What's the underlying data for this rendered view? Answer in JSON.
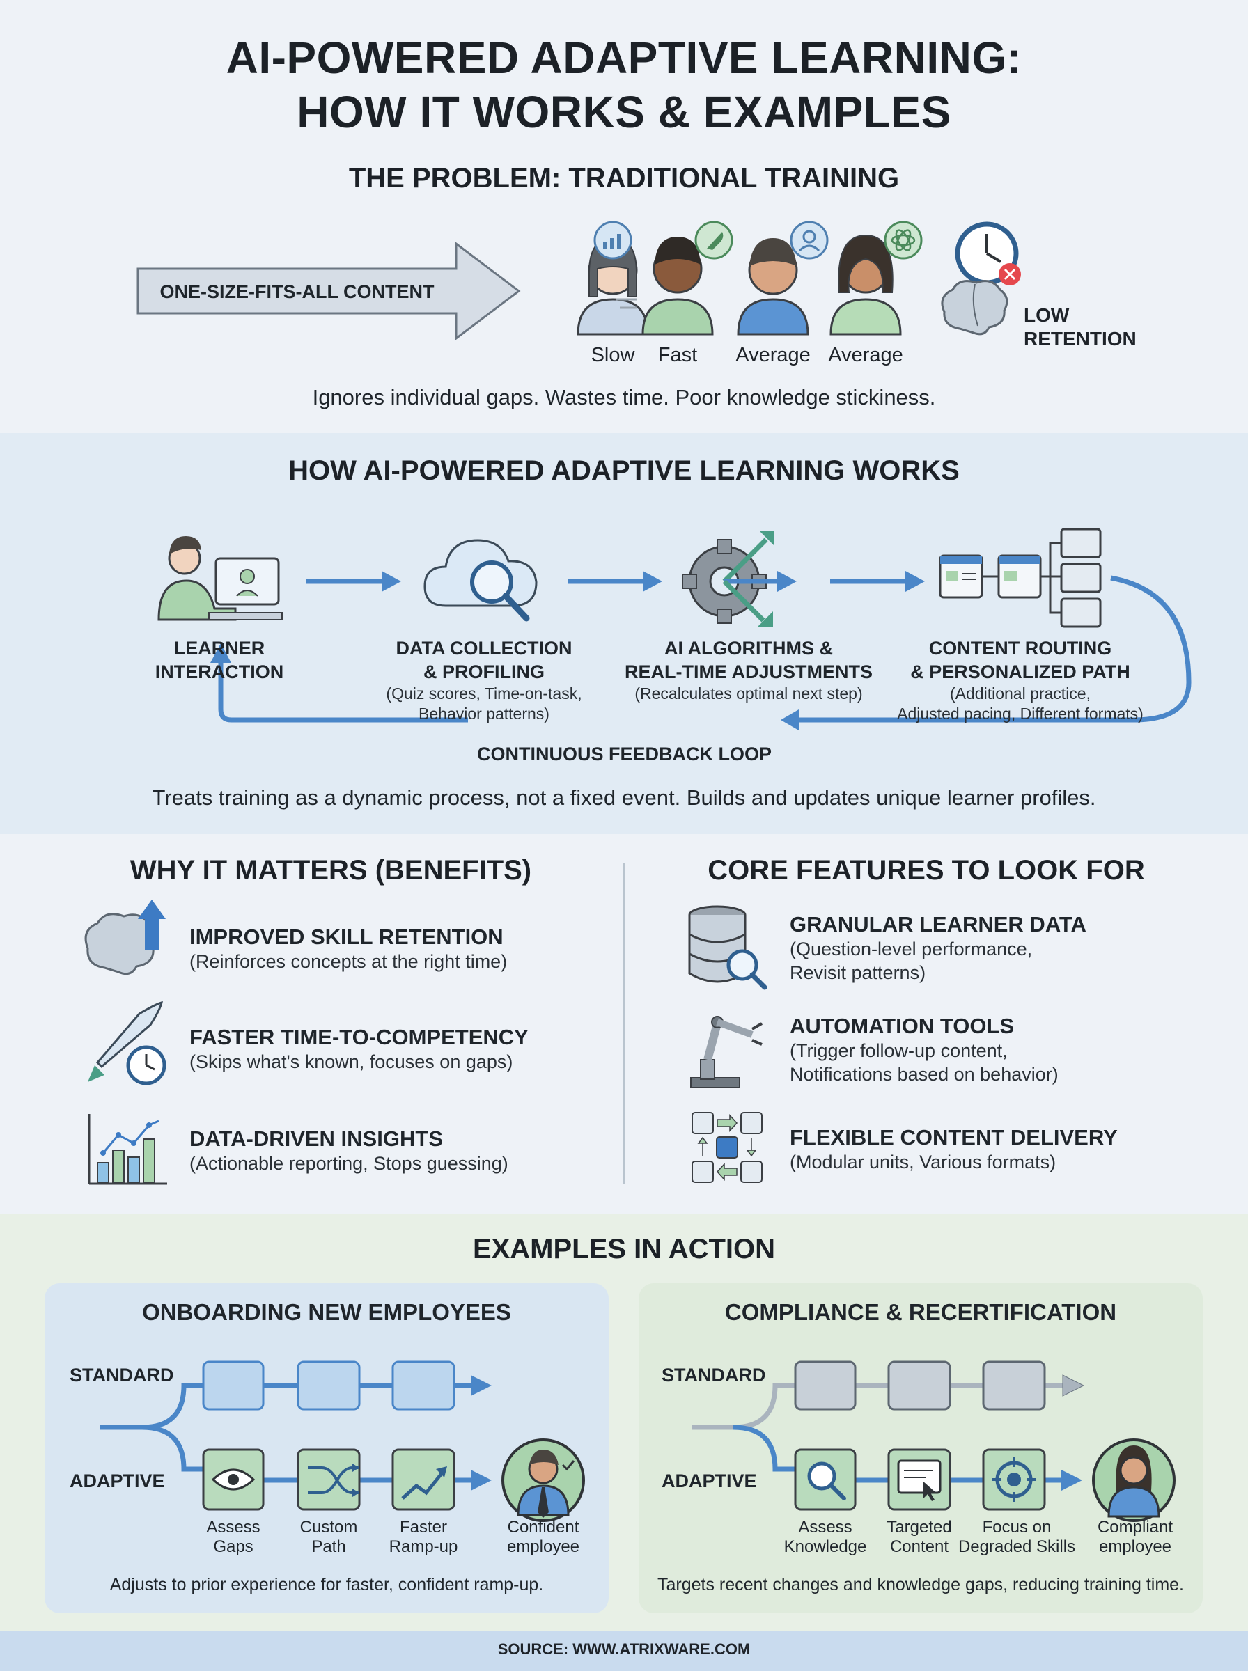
{
  "title_line1": "AI-POWERED ADAPTIVE LEARNING:",
  "title_line2": "HOW IT WORKS & EXAMPLES",
  "problem": {
    "heading": "THE PROBLEM: TRADITIONAL TRAINING",
    "arrow_label": "ONE-SIZE-FITS-ALL CONTENT",
    "learners": [
      "Slow",
      "Fast",
      "Average",
      "Average"
    ],
    "retention_line1": "LOW",
    "retention_line2": "RETENTION",
    "summary": "Ignores individual gaps. Wastes time. Poor knowledge stickiness."
  },
  "how": {
    "heading": "HOW AI-POWERED ADAPTIVE LEARNING WORKS",
    "steps": [
      {
        "title1": "LEARNER",
        "title2": "INTERACTION",
        "sub1": "",
        "sub2": ""
      },
      {
        "title1": "DATA COLLECTION",
        "title2": "& PROFILING",
        "sub1": "(Quiz scores, Time-on-task,",
        "sub2": "Behavior patterns)"
      },
      {
        "title1": "AI ALGORITHMS &",
        "title2": "REAL-TIME ADJUSTMENTS",
        "sub1": "(Recalculates optimal next step)",
        "sub2": ""
      },
      {
        "title1": "CONTENT ROUTING",
        "title2": "& PERSONALIZED PATH",
        "sub1": "(Additional practice,",
        "sub2": "Adjusted pacing, Different formats)"
      }
    ],
    "loop_label": "CONTINUOUS FEEDBACK LOOP",
    "summary": "Treats training as a dynamic process, not a fixed event. Builds and updates unique learner profiles."
  },
  "benefits": {
    "heading": "WHY IT MATTERS (BENEFITS)",
    "items": [
      {
        "title": "IMPROVED SKILL RETENTION",
        "sub1": "(Reinforces concepts at the right time)",
        "sub2": ""
      },
      {
        "title": "FASTER TIME-TO-COMPETENCY",
        "sub1": "(Skips what's known, focuses on gaps)",
        "sub2": ""
      },
      {
        "title": "DATA-DRIVEN INSIGHTS",
        "sub1": "(Actionable reporting, Stops guessing)",
        "sub2": ""
      }
    ]
  },
  "features": {
    "heading": "CORE FEATURES TO LOOK FOR",
    "items": [
      {
        "title": "GRANULAR LEARNER DATA",
        "sub1": "(Question-level performance,",
        "sub2": "Revisit patterns)"
      },
      {
        "title": "AUTOMATION TOOLS",
        "sub1": "(Trigger follow-up content,",
        "sub2": "Notifications based on behavior)"
      },
      {
        "title": "FLEXIBLE CONTENT DELIVERY",
        "sub1": "(Modular units, Various formats)",
        "sub2": ""
      }
    ]
  },
  "examples": {
    "heading": "EXAMPLES IN ACTION",
    "onboarding": {
      "title": "ONBOARDING NEW EMPLOYEES",
      "standard": "STANDARD",
      "adaptive": "ADAPTIVE",
      "steps": [
        {
          "l1": "Assess",
          "l2": "Gaps"
        },
        {
          "l1": "Custom",
          "l2": "Path"
        },
        {
          "l1": "Faster",
          "l2": "Ramp-up"
        }
      ],
      "outcome1": "Confident",
      "outcome2": "employee",
      "caption": "Adjusts to prior experience for faster, confident ramp-up."
    },
    "compliance": {
      "title": "COMPLIANCE & RECERTIFICATION",
      "standard": "STANDARD",
      "adaptive": "ADAPTIVE",
      "steps": [
        {
          "l1": "Assess",
          "l2": "Knowledge"
        },
        {
          "l1": "Targeted",
          "l2": "Content"
        },
        {
          "l1": "Focus on",
          "l2": "Degraded Skills"
        }
      ],
      "outcome1": "Compliant",
      "outcome2": "employee",
      "caption": "Targets recent changes and knowledge gaps, reducing training time."
    }
  },
  "source": "SOURCE: WWW.ATRIXWARE.COM",
  "colors": {
    "accent_blue": "#4a86c8",
    "accent_green": "#5a9a6a",
    "panel_blue": "#dbe7f2",
    "panel_green": "#e3efe2",
    "alert_red": "#e5484d"
  }
}
